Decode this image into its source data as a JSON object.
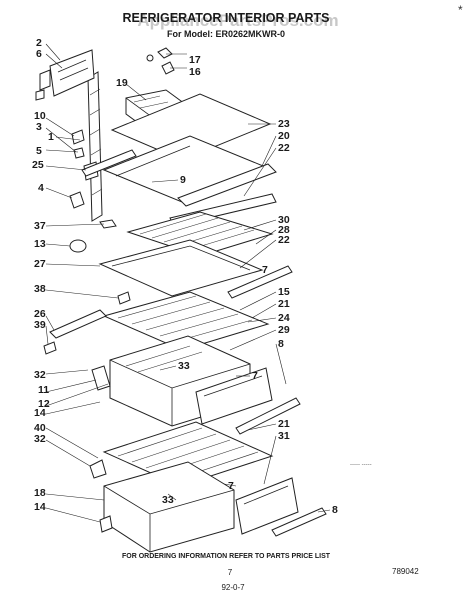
{
  "header": {
    "title": "REFRIGERATOR INTERIOR PARTS",
    "model_line": "For Model: ER0262MKWR-0",
    "watermark": "AppliancePartsPros.com"
  },
  "footer": {
    "ordering_note": "FOR ORDERING INFORMATION REFER TO PARTS PRICE LIST",
    "page_number": "7",
    "date_code": "92-0-7",
    "drawing_number": "789042",
    "small_note": "----- -----"
  },
  "callouts": [
    "2",
    "6",
    "17",
    "16",
    "19",
    "10",
    "3",
    "1",
    "5",
    "25",
    "4",
    "37",
    "13",
    "27",
    "38",
    "26",
    "39",
    "32",
    "11",
    "12",
    "14",
    "40",
    "32",
    "18",
    "14",
    "23",
    "20",
    "22",
    "9",
    "30",
    "28",
    "22",
    "7",
    "15",
    "21",
    "24",
    "29",
    "8",
    "33",
    "7",
    "21",
    "31",
    "33",
    "7",
    "8"
  ]
}
